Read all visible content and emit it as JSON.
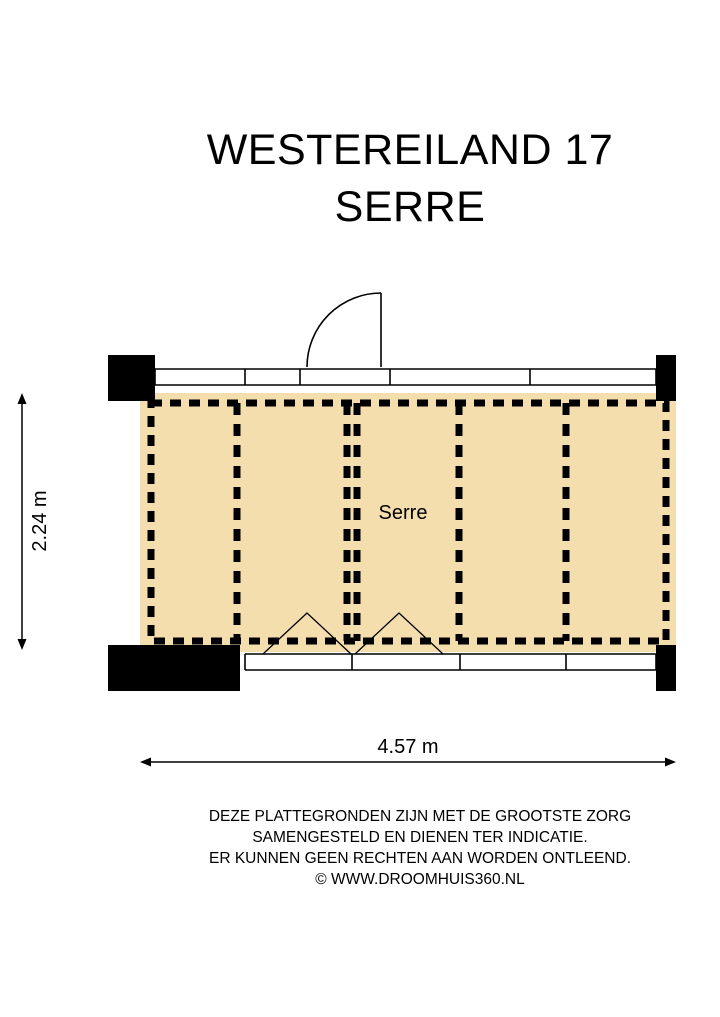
{
  "title": {
    "line1": "WESTEREILAND 17",
    "line2": "SERRE"
  },
  "plan": {
    "room_label": "Serre",
    "dim_height": "2.24 m",
    "dim_width": "4.57 m",
    "floor_color": "#f4deae",
    "wall_color": "#000000",
    "line_color": "#000000"
  },
  "footer": {
    "line1": "DEZE PLATTEGRONDEN ZIJN MET DE GROOTSTE ZORG",
    "line2": "SAMENGESTELD EN DIENEN TER INDICATIE.",
    "line3": "ER KUNNEN GEEN RECHTEN AAN WORDEN ONTLEEND.",
    "line4": "© WWW.DROOMHUIS360.NL"
  }
}
